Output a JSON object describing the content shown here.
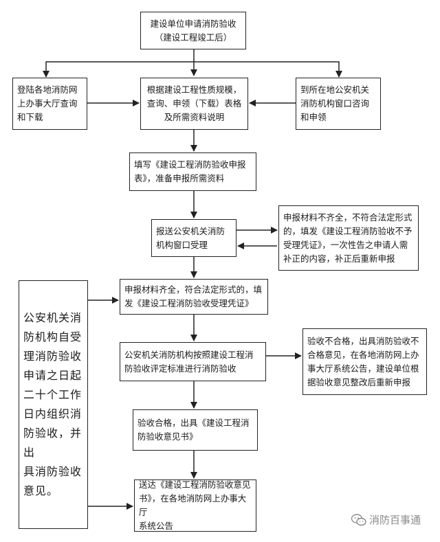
{
  "boxes": {
    "b1": "建设单位申请消防验收\n（建设工程竣工后）",
    "b2": "登陆各地消防网\n上办事大厅查询\n和下载",
    "b3": "根据建设工程性质规模，\n查询、申领（下载）表格\n及所需资料说明",
    "b4": "到所在地公安机关\n消防机构窗口咨询\n和申领",
    "b5": "填写《建设工程消防验收申报\n表》，准备申报所需资料",
    "b6": "报送公安机关消防\n机构窗口受理",
    "b7": "申报材料不齐全，不符合法定形式\n的，填发《建设工程消防验收不予\n受理凭证》，一次性告之申请人需\n补正的内容，补正后重新申报",
    "b8": "申报材料齐全，符合法定形式的，填\n发《建设工程消防验收受理凭证》",
    "b9": "公安机关消防机构按照建设工程消\n防验收评定标准进行消防验收",
    "b10": "验收不合格，出具消防验收不\n合格意见，在各地消防网上办\n事大厅系统公告，建设单位根\n据验收意见整改后重新申报",
    "b11": "验收合格，出具《建设工程消\n防验收意见书》",
    "b12": "送达《建设工程消防验收意见\n书》，在各地消防网上办事大厅\n系统公告",
    "tall": "公安机关消\n防机构自受\n理消防验收\n申请之日起\n二十个工作\n日内组织消\n防验收，并出\n具消防验收\n意见。"
  },
  "watermark": "消防百事通"
}
